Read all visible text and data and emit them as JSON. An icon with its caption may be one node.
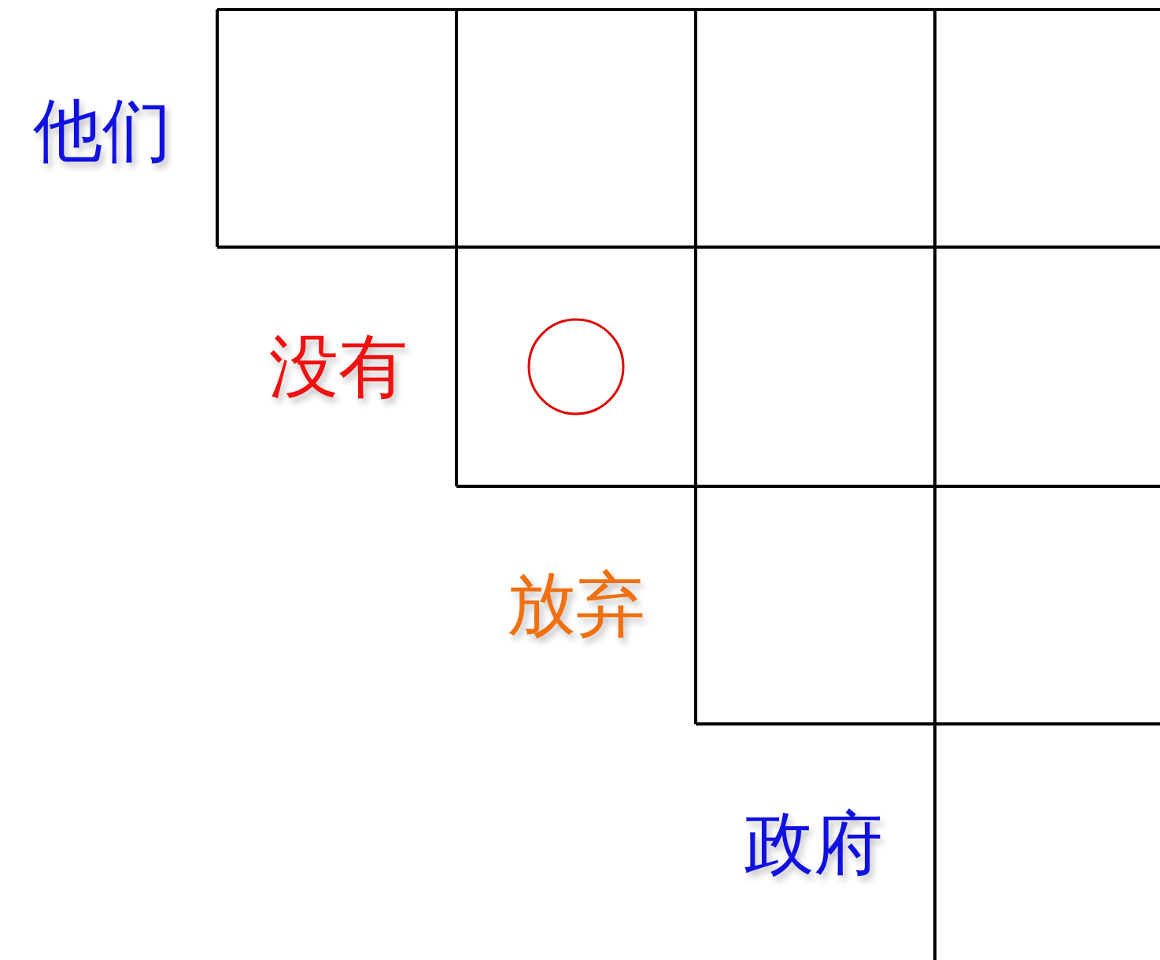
{
  "diagram": {
    "labels": [
      "他们",
      "没有",
      "放弃",
      "政府"
    ]
  }
}
